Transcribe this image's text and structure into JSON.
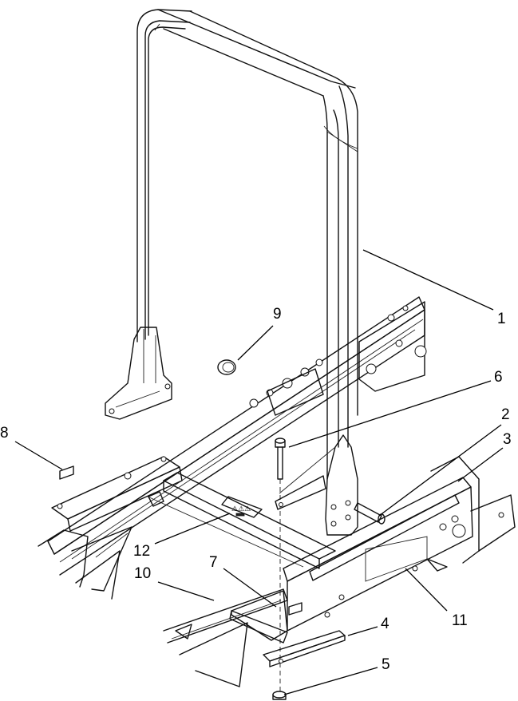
{
  "callouts": [
    {
      "id": "c1",
      "label": "1"
    },
    {
      "id": "c2",
      "label": "2"
    },
    {
      "id": "c3",
      "label": "3"
    },
    {
      "id": "c4",
      "label": "4"
    },
    {
      "id": "c5",
      "label": "5"
    },
    {
      "id": "c6",
      "label": "6"
    },
    {
      "id": "c7",
      "label": "7"
    },
    {
      "id": "c8",
      "label": "8"
    },
    {
      "id": "c9",
      "label": "9"
    },
    {
      "id": "c10",
      "label": "10"
    },
    {
      "id": "c11",
      "label": "11"
    },
    {
      "id": "c12",
      "label": "12"
    }
  ],
  "decal": {
    "text": "⚠⚠⚠"
  }
}
